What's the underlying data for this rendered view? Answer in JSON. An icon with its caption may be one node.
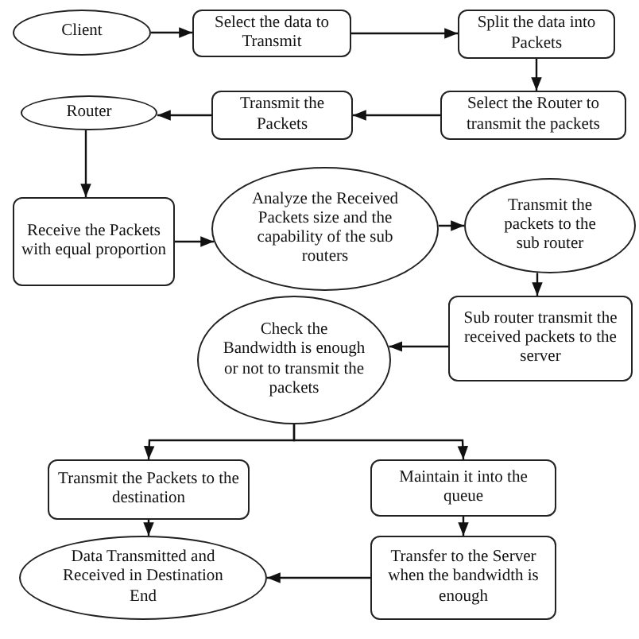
{
  "diagram": {
    "nodes": [
      {
        "text": [
          "Client"
        ]
      },
      {
        "text": [
          "Select the data to Transmit"
        ]
      },
      {
        "text": [
          "Split the data into Packets"
        ]
      },
      {
        "text": [
          "Select the Router to transmit the packets"
        ]
      },
      {
        "text": [
          "Transmit the Packets"
        ]
      },
      {
        "text": [
          "Router"
        ]
      },
      {
        "text": [
          "Receive the Packets with equal proportion"
        ]
      },
      {
        "text": [
          "Analyze the Received Packets size and the capability of the sub routers"
        ]
      },
      {
        "text": [
          "Transmit the packets to the sub router"
        ]
      },
      {
        "text": [
          "Sub router transmit the received packets to the server"
        ]
      },
      {
        "text": [
          "Check the Bandwidth is enough or not to transmit the packets"
        ]
      },
      {
        "text": [
          "Transmit the Packets to the destination"
        ]
      },
      {
        "text": [
          "Maintain it into the queue"
        ]
      },
      {
        "text": [
          "Data Transmitted and Received in Destination End"
        ]
      },
      {
        "text": [
          "Transfer to the Server when the bandwidth is enough"
        ]
      }
    ],
    "edges": [
      {
        "from": 0,
        "to": 1,
        "arrow": "to"
      },
      {
        "from": 1,
        "to": 2,
        "arrow": "to"
      },
      {
        "from": 2,
        "to": 3,
        "arrow": "to"
      },
      {
        "from": 3,
        "to": 4,
        "arrow": "to"
      },
      {
        "from": 4,
        "to": 5,
        "arrow": "to"
      },
      {
        "from": 5,
        "to": 6,
        "arrow": "to"
      },
      {
        "from": 6,
        "to": 7,
        "arrow": "to"
      },
      {
        "from": 7,
        "to": 8,
        "arrow": "to"
      },
      {
        "from": 8,
        "to": 9,
        "arrow": "to"
      },
      {
        "from": 9,
        "to": 10,
        "arrow": "to"
      },
      {
        "from": 10,
        "to": 11,
        "arrow": "to"
      },
      {
        "from": 10,
        "to": 12,
        "arrow": "to"
      },
      {
        "from": 11,
        "to": 13,
        "arrow": "to"
      },
      {
        "from": 12,
        "to": 14,
        "arrow": "to"
      },
      {
        "from": 14,
        "to": 13,
        "arrow": "to"
      }
    ]
  }
}
